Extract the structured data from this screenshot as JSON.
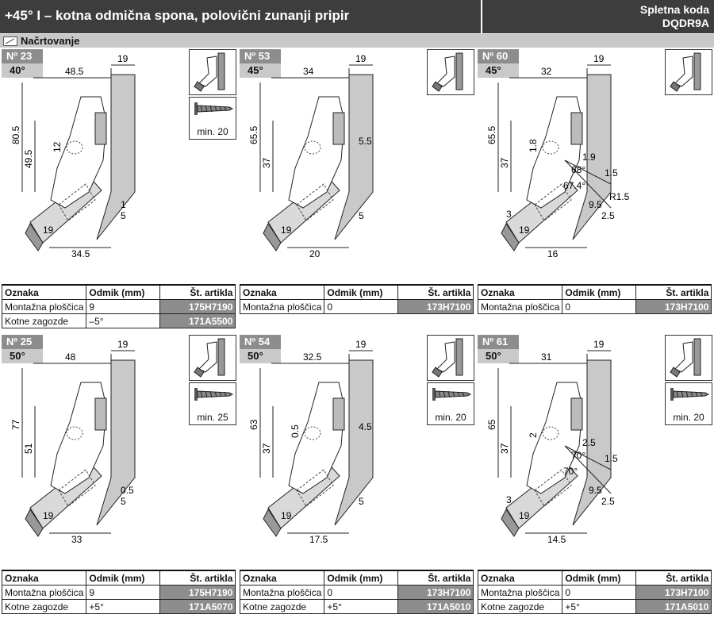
{
  "header": {
    "title": "+45° I – kotna odmična spona, polovični zunanji pripir",
    "code_label": "Spletna koda",
    "code_value": "DQDR9A"
  },
  "section": {
    "label": "Načrtovanje"
  },
  "table_headers": {
    "col1": "Oznaka",
    "col2": "Odmik (mm)",
    "col3": "Št. artikla"
  },
  "panels": [
    {
      "number": "Nº 23",
      "angle": "40°",
      "screw": "min. 20",
      "dims": {
        "top": "19",
        "width": "48.5",
        "height": "80.5",
        "inner": "49.5",
        "small": "12",
        "side1": "1",
        "side2": "5",
        "bottom19": "19",
        "bottom": "34.5"
      },
      "rows": [
        {
          "name": "Montažna ploščica",
          "offset": "9",
          "article": "175H7190"
        },
        {
          "name": "Kotne zagozde",
          "offset": "–5°",
          "article": "171A5500"
        }
      ]
    },
    {
      "number": "Nº 53",
      "angle": "45°",
      "screw": "",
      "dims": {
        "top": "19",
        "width": "34",
        "height": "65.5",
        "inner": "37",
        "right": "5.5",
        "side2": "5",
        "bottom19": "19",
        "bottom": "20"
      },
      "rows": [
        {
          "name": "Montažna ploščica",
          "offset": "0",
          "article": "173H7100"
        }
      ]
    },
    {
      "number": "Nº 60",
      "angle": "45°",
      "screw": "",
      "dims": {
        "top": "19",
        "width": "32",
        "height": "65.5",
        "inner": "37",
        "small": "1.8",
        "d1": "1.9",
        "a1": "68°",
        "d2": "1.5",
        "a2": "67.4°",
        "d3": "9.5",
        "d4": "2.5",
        "r": "R1.5",
        "d5": "3",
        "bottom19": "19",
        "bottom": "16"
      },
      "rows": [
        {
          "name": "Montažna ploščica",
          "offset": "0",
          "article": "173H7100"
        }
      ]
    },
    {
      "number": "Nº 25",
      "angle": "50°",
      "screw": "min. 25",
      "dims": {
        "top": "19",
        "width": "48",
        "height": "77",
        "inner": "51",
        "side1": "0.5",
        "side2": "5",
        "bottom19": "19",
        "bottom": "33"
      },
      "rows": [
        {
          "name": "Montažna ploščica",
          "offset": "9",
          "article": "175H7190"
        },
        {
          "name": "Kotne zagozde",
          "offset": "+5°",
          "article": "171A5070"
        }
      ]
    },
    {
      "number": "Nº 54",
      "angle": "50°",
      "screw": "min. 20",
      "dims": {
        "top": "19",
        "width": "32.5",
        "height": "63",
        "inner": "37",
        "small": "0.5",
        "right": "4.5",
        "side2": "5",
        "bottom19": "19",
        "bottom": "17.5"
      },
      "rows": [
        {
          "name": "Montažna ploščica",
          "offset": "0",
          "article": "173H7100"
        },
        {
          "name": "Kotne zagozde",
          "offset": "+5°",
          "article": "171A5010"
        }
      ]
    },
    {
      "number": "Nº 61",
      "angle": "50°",
      "screw": "min. 20",
      "dims": {
        "top": "19",
        "width": "31",
        "height": "65",
        "inner": "37",
        "small": "2",
        "d1": "2.5",
        "a1": "70°",
        "d2": "1.5",
        "a2": "70°",
        "d3": "9.5",
        "d4": "2.5",
        "d5": "3",
        "bottom19": "19",
        "bottom": "14.5"
      },
      "rows": [
        {
          "name": "Montažna ploščica",
          "offset": "0",
          "article": "173H7100"
        },
        {
          "name": "Kotne zagozde",
          "offset": "+5°",
          "article": "171A5010"
        }
      ]
    }
  ]
}
